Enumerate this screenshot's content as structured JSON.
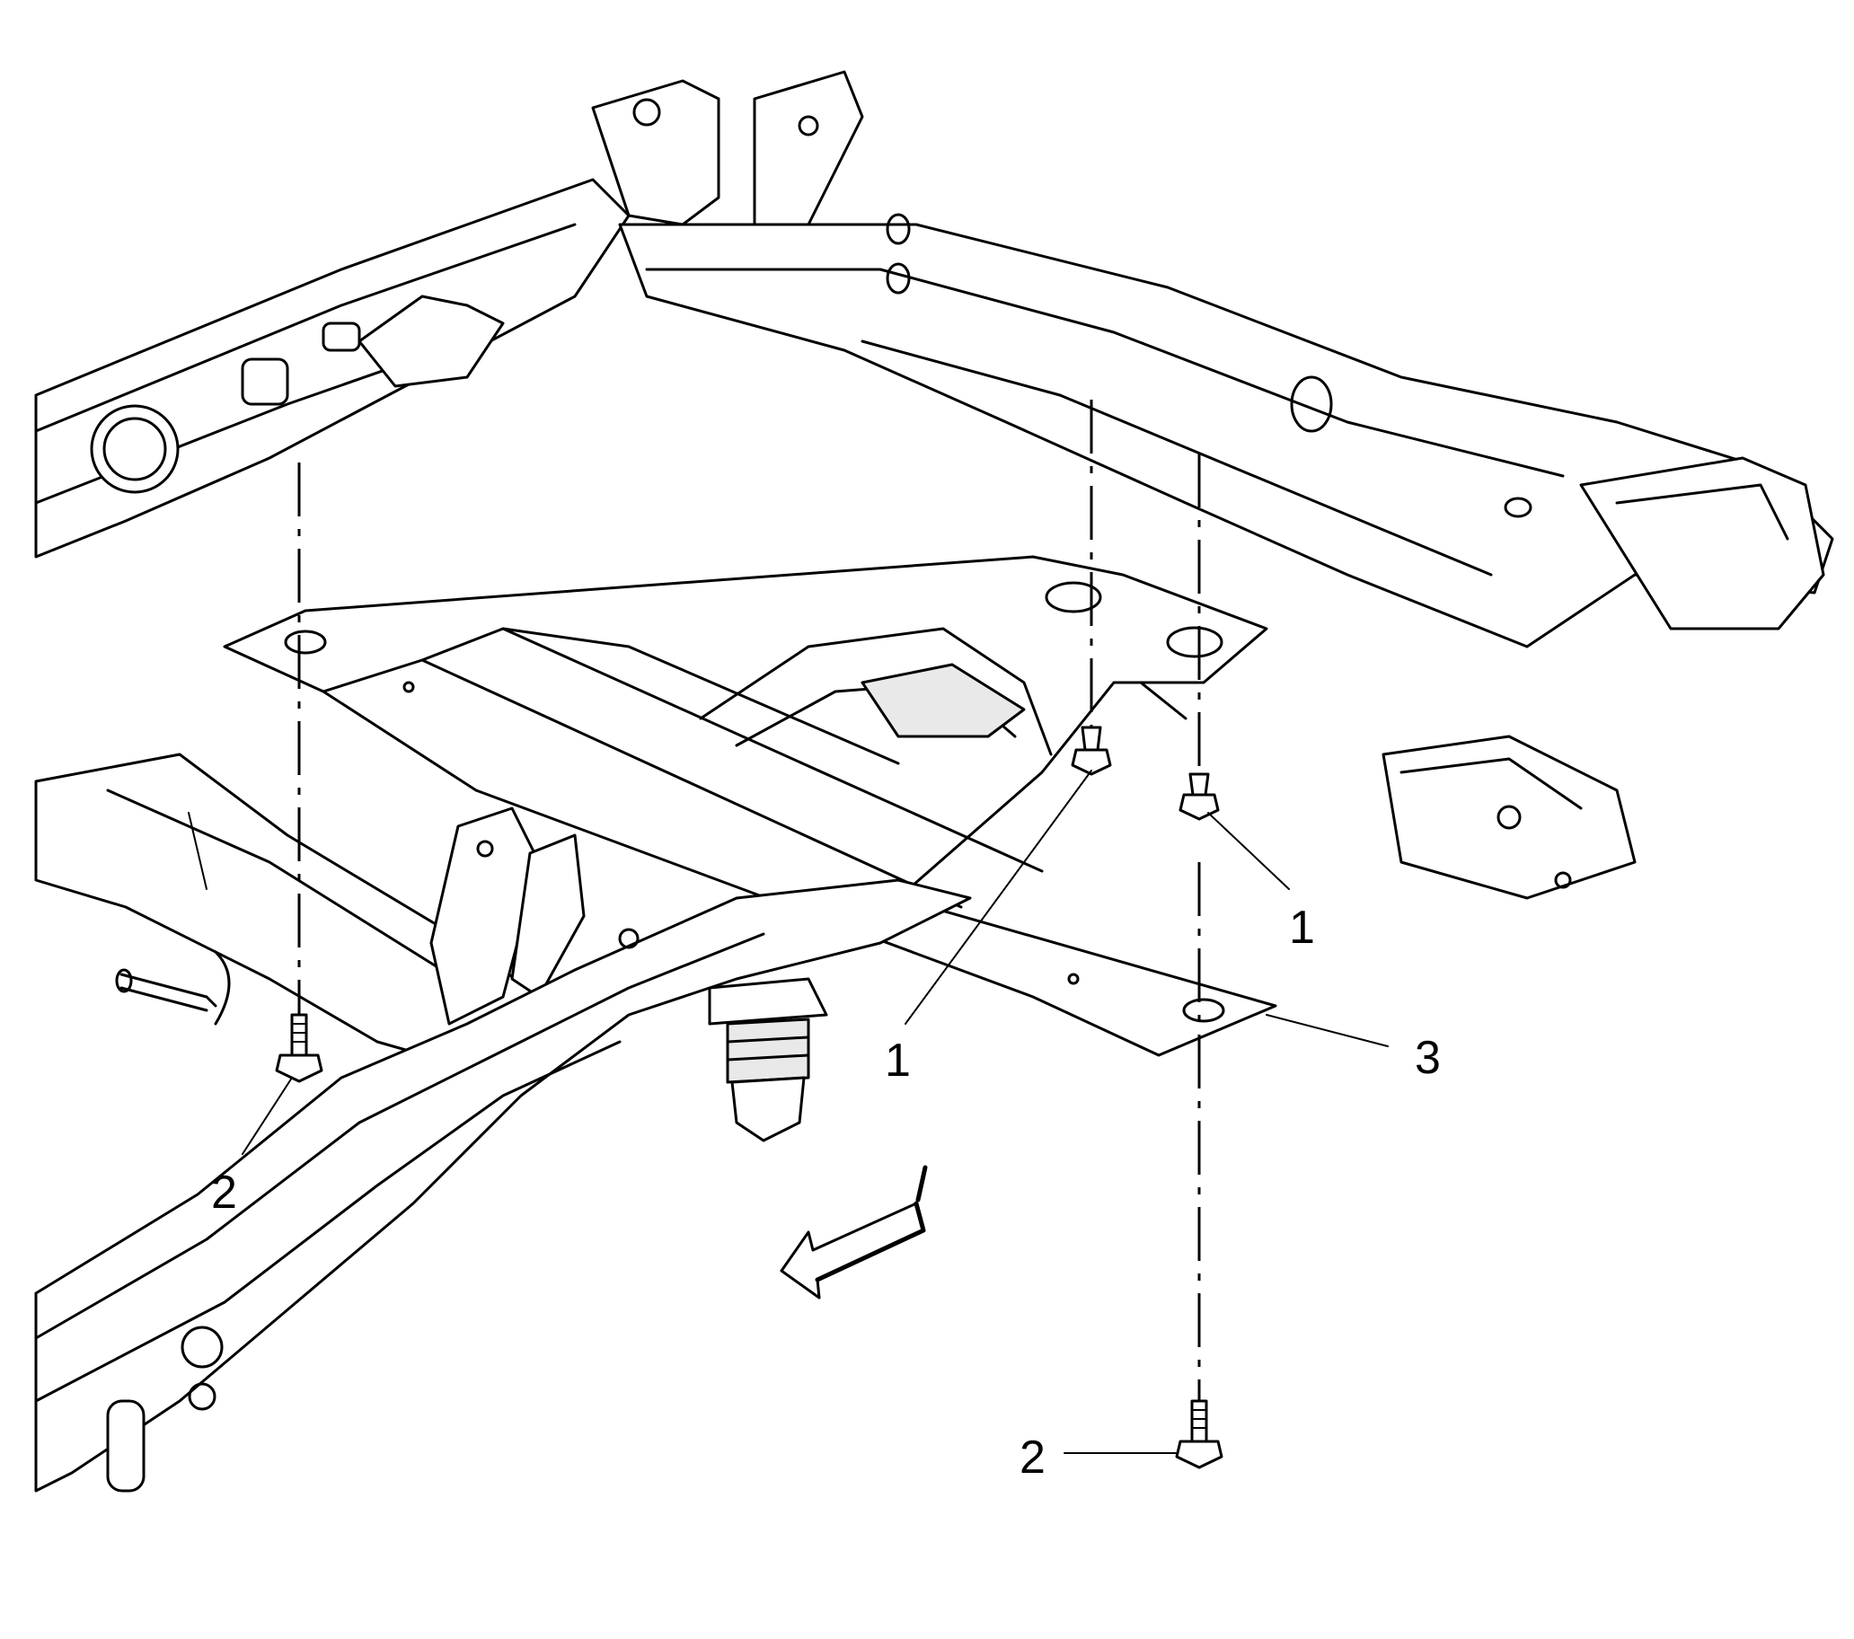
{
  "callouts": {
    "c1a": "1",
    "c1b": "1",
    "c2a": "2",
    "c2b": "2",
    "c3": "3"
  },
  "colors": {
    "line": "#000000",
    "background": "#ffffff"
  }
}
